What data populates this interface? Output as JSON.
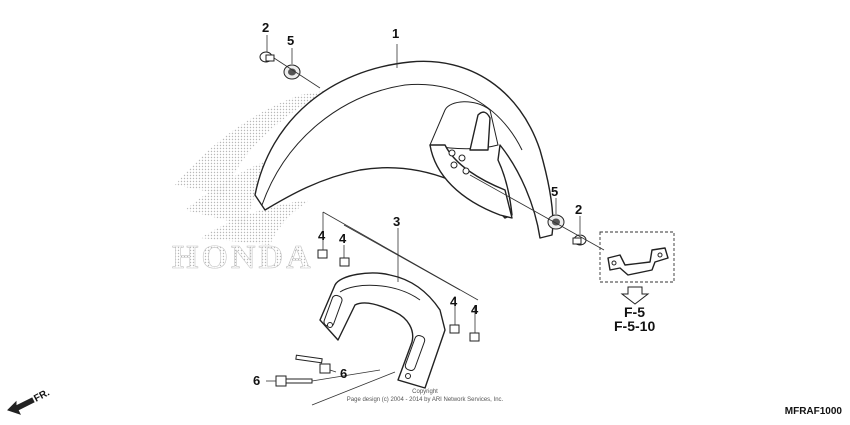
{
  "diagram": {
    "callouts": [
      {
        "id": "c1",
        "label": "1"
      },
      {
        "id": "c2a",
        "label": "2"
      },
      {
        "id": "c5a",
        "label": "5"
      },
      {
        "id": "c5b",
        "label": "5"
      },
      {
        "id": "c2b",
        "label": "2"
      },
      {
        "id": "c3",
        "label": "3"
      },
      {
        "id": "c4a",
        "label": "4"
      },
      {
        "id": "c4b",
        "label": "4"
      },
      {
        "id": "c4c",
        "label": "4"
      },
      {
        "id": "c4d",
        "label": "4"
      },
      {
        "id": "c6a",
        "label": "6"
      },
      {
        "id": "c6b",
        "label": "6"
      }
    ],
    "reference_primary": "F-5",
    "reference_secondary": "F-5-10",
    "diagram_code": "MFRAF1000",
    "direction_label": "FR.",
    "copyright_line1": "Copyright",
    "copyright_line2": "Page design (c) 2004 - 2014 by ARI Network Services, Inc.",
    "watermark_logo_text": "HONDA"
  }
}
